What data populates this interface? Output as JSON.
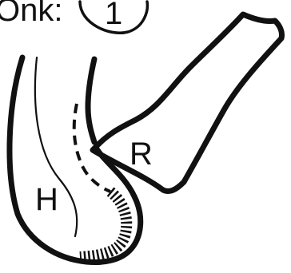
{
  "header": {
    "title_fragment": "Onk:",
    "circled_number": "1"
  },
  "labels": {
    "left_region": "H",
    "right_region": "R"
  },
  "colors": {
    "ink": "#111111",
    "background": "#ffffff"
  }
}
